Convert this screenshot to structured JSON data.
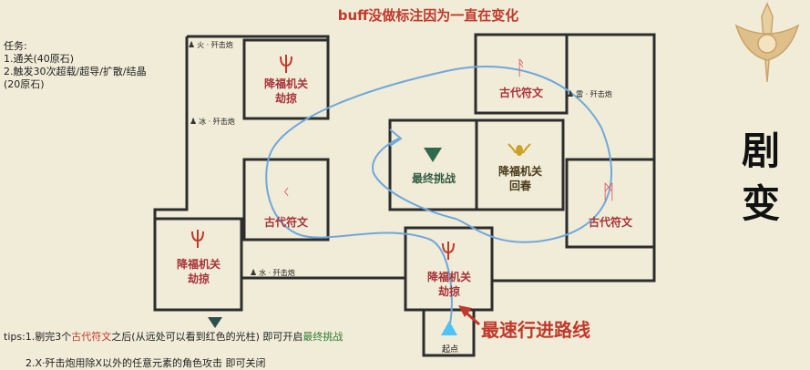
{
  "title": "buff没做标注因为一直在变化",
  "tasks": {
    "header": "任务:",
    "line1": "1.通关(40原石)",
    "line2": "2.触发30次超载/超导/扩散/结晶",
    "line3": "(20原石)"
  },
  "rooms": {
    "top_left_jiangfu": "降福机关\n劫掠",
    "top_right_guda": "古代符文",
    "center_final": "最终挑战",
    "center_huichun": "降福机关\n回春",
    "mid_left_guda": "古代符文",
    "right_guda": "古代符文",
    "left_jiangfu": "降福机关\n劫掠",
    "bottom_jiangfu": "降福机关\n劫掠"
  },
  "cannons": {
    "c1": "火 · 歼击炮",
    "c2": "冰 · 歼击炮",
    "c3": "雷 · 歼击炮",
    "c4": "水 · 歼击炮"
  },
  "side_text": {
    "char1": "剧",
    "char2": "变"
  },
  "fastest_route": "最速行进路线",
  "start_label": "起点",
  "tips": {
    "prefix": "tips:1.剔完3个",
    "rune": "古代符文",
    "middle": "之后(从远处可以看到红色的光柱) 即可开启",
    "final": "最终挑战",
    "line2": "2.X·歼击炮用除X以外的任意元素的角色攻击 即可关闭"
  },
  "colors": {
    "wall": "#2d2d2d",
    "route": "#6fa8dc",
    "accent_red": "#c0392b",
    "bg": "#f0ecd8"
  },
  "icons": {
    "jiangfu": "trident-icon",
    "guda": "rune-icon",
    "final": "triangle-emblem-icon",
    "huichun": "wings-icon",
    "cannon": "cannon-icon",
    "start": "triangle-up-icon",
    "emblem": "sword-emblem-icon"
  }
}
